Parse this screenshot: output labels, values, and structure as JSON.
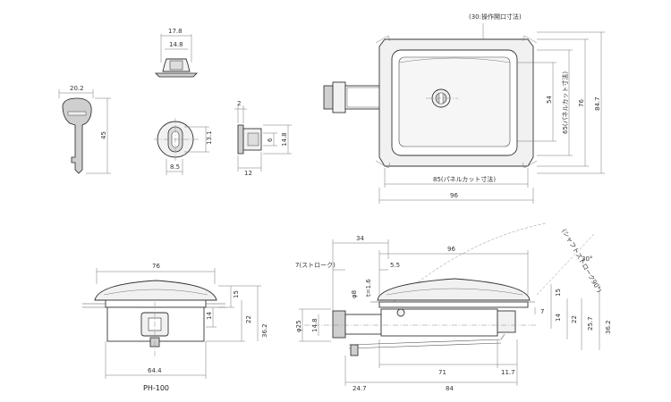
{
  "key_view": {
    "width": "20.2",
    "height": "45"
  },
  "cylinder_top": {
    "outer": "17.8",
    "inner": "14.8"
  },
  "cylinder_face": {
    "height": "13.1",
    "offset": "8.5"
  },
  "cylinder_side": {
    "lip": "2",
    "depth": "12",
    "core": "6",
    "height": "14.8"
  },
  "front_view": {
    "op_opening": "(30:操作開口寸法)",
    "panel_cut_w": "85(パネルカット寸法)",
    "overall_w": "96",
    "handle_h": "54",
    "panel_cut_h": "65(パネルカット寸法)",
    "body_h": "76",
    "overall_h": "84.7"
  },
  "bottom_left": {
    "width": "76",
    "h15": "15",
    "h14": "14",
    "h22": "22",
    "h36": "36.2",
    "base": "64.4",
    "model": "PH-100"
  },
  "bottom_right": {
    "d34": "34",
    "d96": "96",
    "stroke7": "7(ストローク)",
    "d55": "5.5",
    "phi8": "φ8",
    "t16": "t=1.6",
    "phi25": "φ25",
    "d148": "14.8",
    "d7": "7",
    "d15": "15",
    "d14": "14",
    "d22": "22",
    "d257": "25.7",
    "d362": "36.2",
    "d71": "71",
    "d117": "11.7",
    "d247": "24.7",
    "d84": "84",
    "angle": "30°",
    "arc_label": "(シャフトストローク90°)"
  }
}
